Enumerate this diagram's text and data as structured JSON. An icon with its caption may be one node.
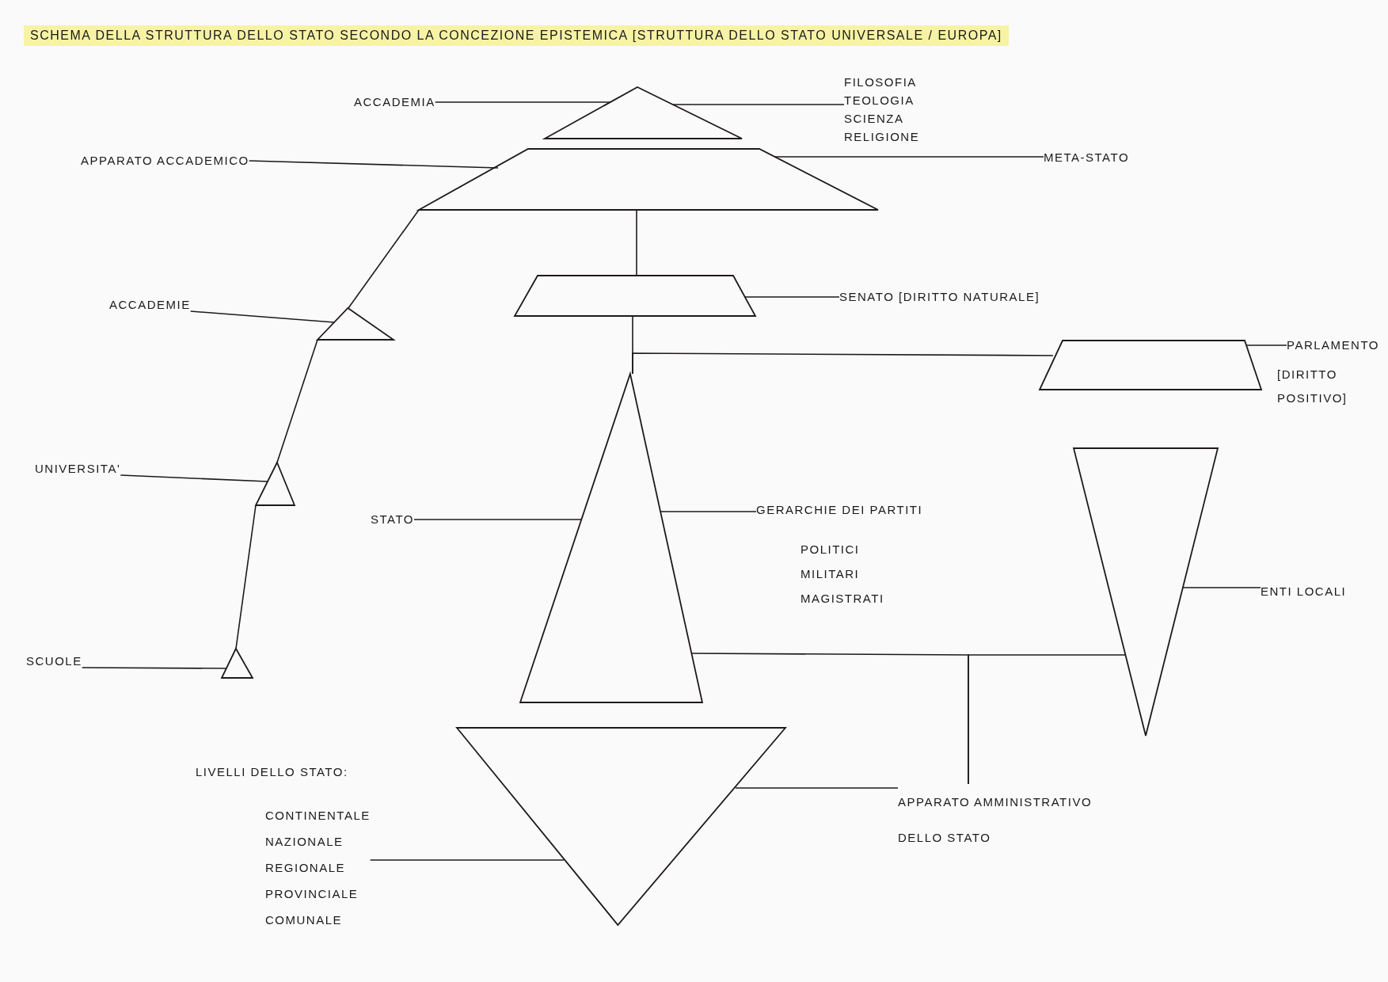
{
  "diagram": {
    "title": "SCHEMA DELLA STRUTTURA DELLO STATO SECONDO LA CONCEZIONE EPISTEMICA [STRUTTURA DELLO STATO UNIVERSALE / EUROPA]",
    "nodes": [
      {
        "text": [
          "ACCADEMIA"
        ]
      },
      {
        "text": [],
        "shape": "triangle"
      },
      {
        "text": [
          "FILOSOFIA TEOLOGIA SCIENZA RELIGIONE"
        ]
      },
      {
        "text": [
          "APPARATO ACCADEMICO"
        ]
      },
      {
        "text": [],
        "shape": "trapezoid"
      },
      {
        "text": [
          "META-STATO"
        ]
      },
      {
        "text": [
          "ACCADEMIE"
        ]
      },
      {
        "text": [],
        "shape": "triangle"
      },
      {
        "text": [],
        "shape": "trapezoid"
      },
      {
        "text": [
          "SENATO [DIRITTO NATURALE]"
        ]
      },
      {
        "text": [],
        "shape": "trapezoid"
      },
      {
        "text": [
          "PARLAMENTO",
          "[DIRITTO POSITIVO]"
        ]
      },
      {
        "text": [],
        "shape": "triangle"
      },
      {
        "text": [
          "UNIVERSITA'"
        ]
      },
      {
        "text": [],
        "shape": "triangle"
      },
      {
        "text": [
          "STATO"
        ]
      },
      {
        "text": [
          "GERARCHIE DEI PARTITI",
          "POLITICI MILITARI MAGISTRATI"
        ]
      },
      {
        "text": [],
        "shape": "triangle"
      },
      {
        "text": [
          "ENTI LOCALI"
        ]
      },
      {
        "text": [
          "SCUOLE"
        ]
      },
      {
        "text": [],
        "shape": "triangle"
      },
      {
        "text": [],
        "shape": "triangle"
      },
      {
        "text": [
          "LIVELLI DELLO STATO:",
          "CONTINENTALE NAZIONALE REGIONALE PROVINCIALE COMUNALE"
        ]
      },
      {
        "text": [
          "APPARATO AMMINISTRATIVO DELLO STATO"
        ]
      }
    ],
    "edges": [
      {
        "from": 0,
        "to": 1,
        "arrow": "none"
      },
      {
        "from": 2,
        "to": 1,
        "arrow": "none"
      },
      {
        "from": 3,
        "to": 4,
        "arrow": "none"
      },
      {
        "from": 5,
        "to": 4,
        "arrow": "none"
      },
      {
        "from": 6,
        "to": 7,
        "arrow": "none"
      },
      {
        "from": 9,
        "to": 8,
        "arrow": "none"
      },
      {
        "from": 11,
        "to": 10,
        "arrow": "none"
      },
      {
        "from": 13,
        "to": 14,
        "arrow": "none"
      },
      {
        "from": 15,
        "to": 12,
        "arrow": "none"
      },
      {
        "from": 16,
        "to": 12,
        "arrow": "none"
      },
      {
        "from": 18,
        "to": 17,
        "arrow": "none"
      },
      {
        "from": 19,
        "to": 20,
        "arrow": "none"
      },
      {
        "from": 22,
        "to": 21,
        "arrow": "none"
      },
      {
        "from": 23,
        "to": 21,
        "arrow": "none"
      },
      {
        "from": 4,
        "to": 7,
        "arrow": "none"
      },
      {
        "from": 7,
        "to": 14,
        "arrow": "none"
      },
      {
        "from": 14,
        "to": 20,
        "arrow": "none"
      },
      {
        "from": 4,
        "to": 8,
        "arrow": "none"
      },
      {
        "from": 8,
        "to": 12,
        "arrow": "none"
      },
      {
        "from": 10,
        "to": 12,
        "arrow": "none"
      },
      {
        "from": 12,
        "to": 23,
        "arrow": "none"
      },
      {
        "from": 17,
        "to": 23,
        "arrow": "none"
      }
    ]
  }
}
